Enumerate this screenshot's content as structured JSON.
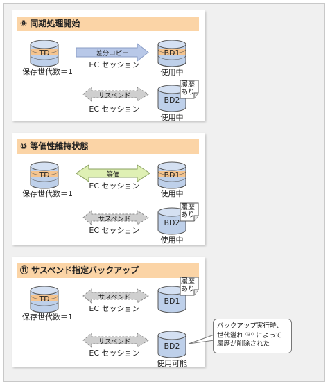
{
  "panels": [
    {
      "title": "⑨ 同期処理開始",
      "td_label": "TD",
      "td_caption": "保存世代数＝1",
      "top_arrow_text": "差分コピー",
      "top_session": "EC セッション",
      "bottom_arrow_text": "サスペンド",
      "bottom_session": "EC セッション",
      "bd1_label": "BD1",
      "bd1_status": "使用中",
      "bd2_label": "BD2",
      "bd2_status": "使用中",
      "bd2_tag": [
        "履歴",
        "あり"
      ]
    },
    {
      "title": "⑩ 等価性維持状態",
      "td_label": "TD",
      "td_caption": "保存世代数＝1",
      "top_arrow_text": "等価",
      "top_session": "EC セッション",
      "bottom_arrow_text": "サスペンド",
      "bottom_session": "EC セッション",
      "bd1_label": "BD1",
      "bd1_status": "使用中",
      "bd2_label": "BD2",
      "bd2_status": "使用中",
      "bd2_tag": [
        "履歴",
        "あり"
      ]
    },
    {
      "title": "⑪ サスペンド指定バックアップ",
      "td_label": "TD",
      "td_caption": "保存世代数＝1",
      "top_arrow_text": "サスペンド",
      "top_session": "EC セッション",
      "bottom_arrow_text": "サスペンド",
      "bottom_session": "EC セッション",
      "bd1_label": "BD1",
      "bd1_status": "",
      "bd1_tag": [
        "履歴",
        "あり"
      ],
      "bd2_label": "BD2",
      "bd2_status": "使用可能"
    }
  ],
  "callout": {
    "line1": "バックアップ実行時、",
    "line2_a": "世代溢れ",
    "line2_note": "（注1）",
    "line2_b": "によって",
    "line3": "履歴が削除された"
  },
  "colors": {
    "panel_title_bg": "#fbd4a6",
    "disk_fill": "#bed0ea",
    "disk_band": "#f5c48e",
    "copy_arrow": "#b8c8e8",
    "equal_arrow": "#dff0b4",
    "suspend_arrow": "#cfcfcf"
  }
}
